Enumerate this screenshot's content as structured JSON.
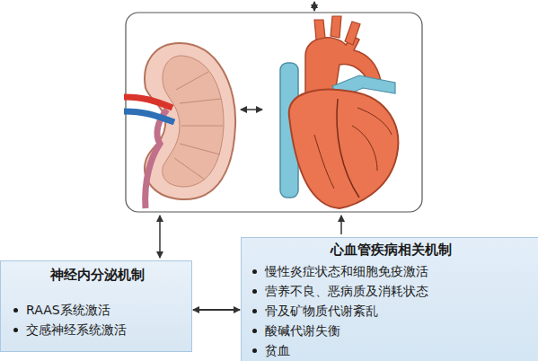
{
  "diagram": {
    "nodes": [
      {
        "text": [
          "神经内分泌机制",
          "RAAS系统激活",
          "交感神经系统激活"
        ]
      },
      {
        "text": [
          "心血管疾病相关机制",
          "慢性炎症状态和细胞免疫激活",
          "营养不良、恶病质及消耗状态",
          "骨及矿物质代谢紊乱",
          "酸碱代谢失衡",
          "贫血"
        ]
      }
    ],
    "edges": [
      {
        "from": 0,
        "to": 1,
        "arrow": "both"
      }
    ]
  }
}
